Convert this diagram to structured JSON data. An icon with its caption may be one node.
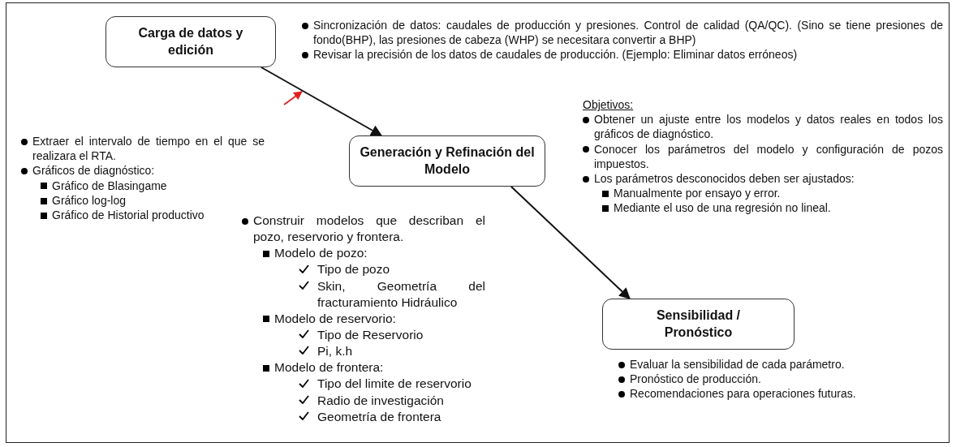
{
  "diagram": {
    "nodes": [
      {
        "text": [
          "Carga de datos y edición"
        ],
        "beside": [
          "Sincronización de datos: caudales de producción y presiones. Control de calidad (QA/QC). (Sino se tiene presiones de fondo(BHP), las presiones de cabeza (WHP) se necesitara convertir a BHP)",
          "Revisar la precisión de los datos de caudales de producción. (Ejemplo: Eliminar datos erróneos)"
        ]
      },
      {
        "text": [
          "Generación y Refinación del Modelo"
        ]
      },
      {
        "text": [
          "Sensibilidad / Pronóstico"
        ],
        "beside": [
          "Evaluar la sensibilidad de cada parámetro.",
          "Pronóstico de producción.",
          "Recomendaciones para operaciones futuras."
        ]
      }
    ],
    "edges": [
      {
        "from": 0,
        "to": 1,
        "arrow": "to"
      },
      {
        "from": 1,
        "to": 2,
        "arrow": "to"
      }
    ],
    "labels": [
      "Extraer el intervalo de tiempo en el que se realizara el RTA.",
      "Gráficos de diagnóstico:",
      "Gráfico de Blasingame",
      "Gráfico log-log",
      "Gráfico de Historial productivo",
      "Objetivos:",
      "Obtener un ajuste entre los modelos y datos reales en todos los gráficos de diagnóstico.",
      "Conocer los parámetros del modelo y configuración de pozos impuestos.",
      "Los parámetros desconocidos deben ser ajustados:",
      "Manualmente por ensayo y error.",
      "Mediante el uso de una regresión no lineal.",
      "Construir modelos que describan el pozo, reservorio y frontera.",
      "Modelo de pozo:",
      "Tipo de pozo",
      "Skin, Geometría del fracturamiento Hidráulico",
      "Modelo de reservorio:",
      "Tipo de Reservorio",
      "Pi, k.h",
      "Modelo de frontera:",
      "Tipo del limite de reservorio",
      "Radio de investigación",
      "Geometría de frontera"
    ]
  }
}
